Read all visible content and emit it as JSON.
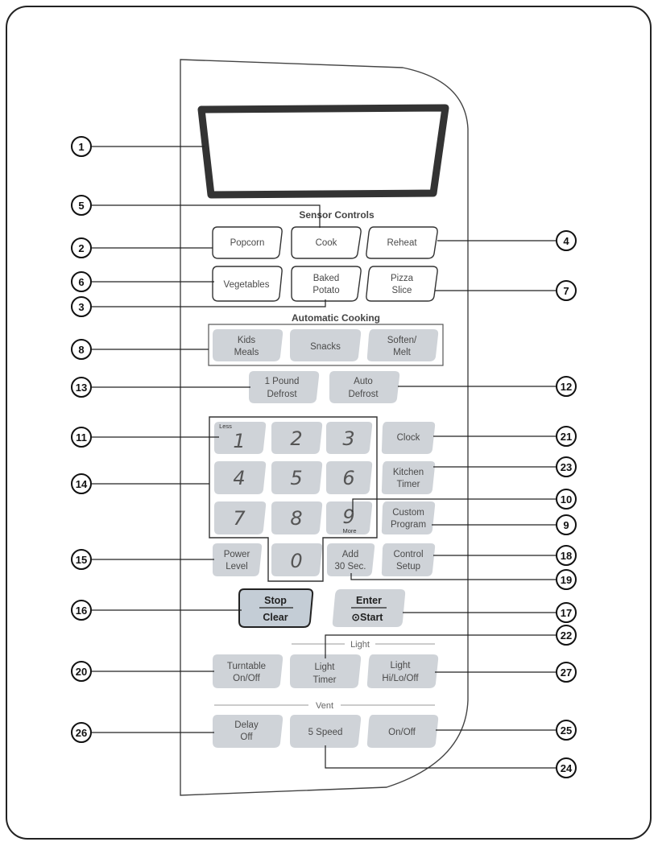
{
  "sections": {
    "sensor_controls": "Sensor Controls",
    "automatic_cooking": "Automatic Cooking",
    "light": "Light",
    "vent": "Vent"
  },
  "buttons": {
    "popcorn": "Popcorn",
    "cook": "Cook",
    "reheat": "Reheat",
    "vegetables": "Vegetables",
    "baked_potato_1": "Baked",
    "baked_potato_2": "Potato",
    "pizza_slice_1": "Pizza",
    "pizza_slice_2": "Slice",
    "kids_meals_1": "Kids",
    "kids_meals_2": "Meals",
    "snacks": "Snacks",
    "soften_melt_1": "Soften/",
    "soften_melt_2": "Melt",
    "one_pound_defrost_1": "1 Pound",
    "one_pound_defrost_2": "Defrost",
    "auto_defrost_1": "Auto",
    "auto_defrost_2": "Defrost",
    "clock": "Clock",
    "kitchen_timer_1": "Kitchen",
    "kitchen_timer_2": "Timer",
    "custom_program_1": "Custom",
    "custom_program_2": "Program",
    "control_setup_1": "Control",
    "control_setup_2": "Setup",
    "power_level_1": "Power",
    "power_level_2": "Level",
    "add_30_sec_1": "Add",
    "add_30_sec_2": "30 Sec.",
    "stop": "Stop",
    "clear": "Clear",
    "enter": "Enter",
    "start": "⊙Start",
    "turntable_1": "Turntable",
    "turntable_2": "On/Off",
    "light_timer_1": "Light",
    "light_timer_2": "Timer",
    "light_hilooff_1": "Light",
    "light_hilooff_2": "Hi/Lo/Off",
    "delay_off_1": "Delay",
    "delay_off_2": "Off",
    "five_speed": "5 Speed",
    "vent_onoff": "On/Off"
  },
  "keypad": {
    "digits": [
      "1",
      "2",
      "3",
      "4",
      "5",
      "6",
      "7",
      "8",
      "9",
      "0"
    ],
    "less": "Less",
    "more": "More"
  },
  "callouts": [
    "1",
    "5",
    "2",
    "4",
    "6",
    "7",
    "3",
    "8",
    "13",
    "12",
    "11",
    "21",
    "14",
    "23",
    "10",
    "9",
    "15",
    "18",
    "19",
    "16",
    "17",
    "22",
    "20",
    "27",
    "26",
    "25",
    "24"
  ]
}
